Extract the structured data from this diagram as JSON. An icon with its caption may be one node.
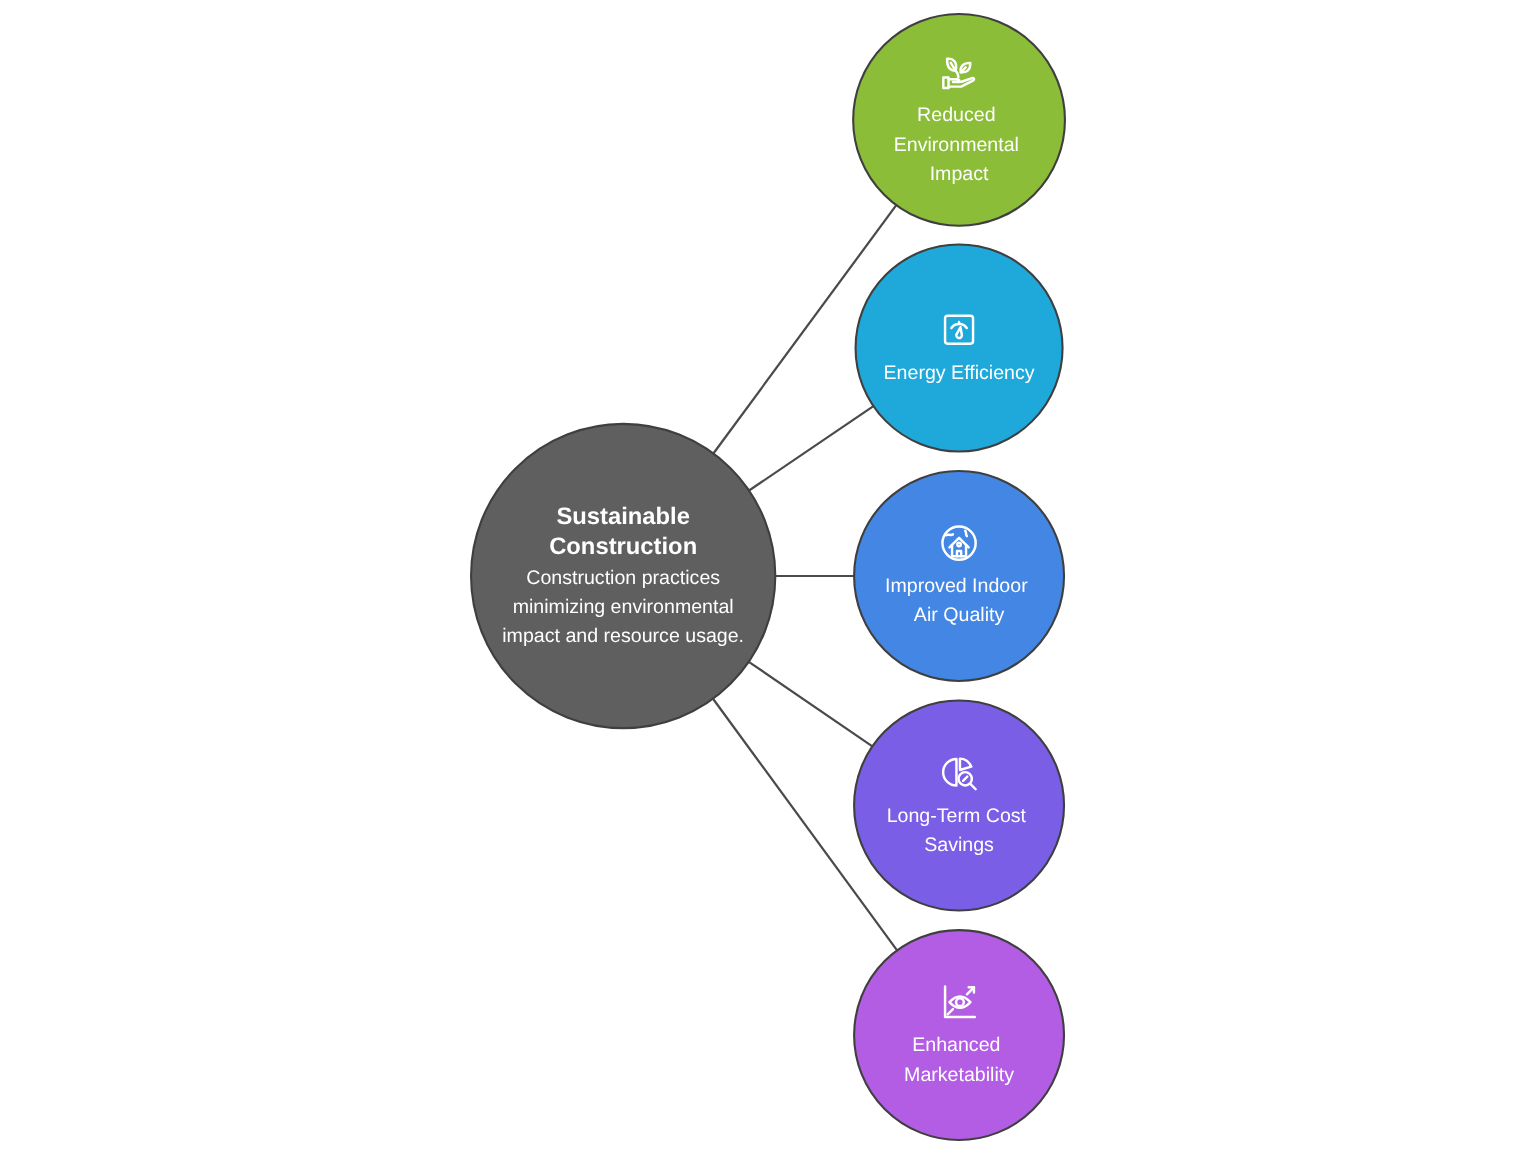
{
  "diagram": {
    "nodes": [
      {
        "text": [
          "Sustainable Construction",
          "Construction practices minimizing environmental impact and resource usage."
        ]
      },
      {
        "text": [
          "Reduced Environmental Impact"
        ]
      },
      {
        "text": [
          "Energy Efficiency"
        ]
      },
      {
        "text": [
          "Improved Indoor Air Quality"
        ]
      },
      {
        "text": [
          "Long-Term Cost Savings"
        ]
      },
      {
        "text": [
          "Enhanced Marketability"
        ]
      }
    ],
    "edges": [
      {
        "from": 0,
        "to": 1,
        "arrow": "none"
      },
      {
        "from": 0,
        "to": 2,
        "arrow": "none"
      },
      {
        "from": 0,
        "to": 3,
        "arrow": "none"
      },
      {
        "from": 0,
        "to": 4,
        "arrow": "none"
      },
      {
        "from": 0,
        "to": 5,
        "arrow": "none"
      }
    ]
  }
}
